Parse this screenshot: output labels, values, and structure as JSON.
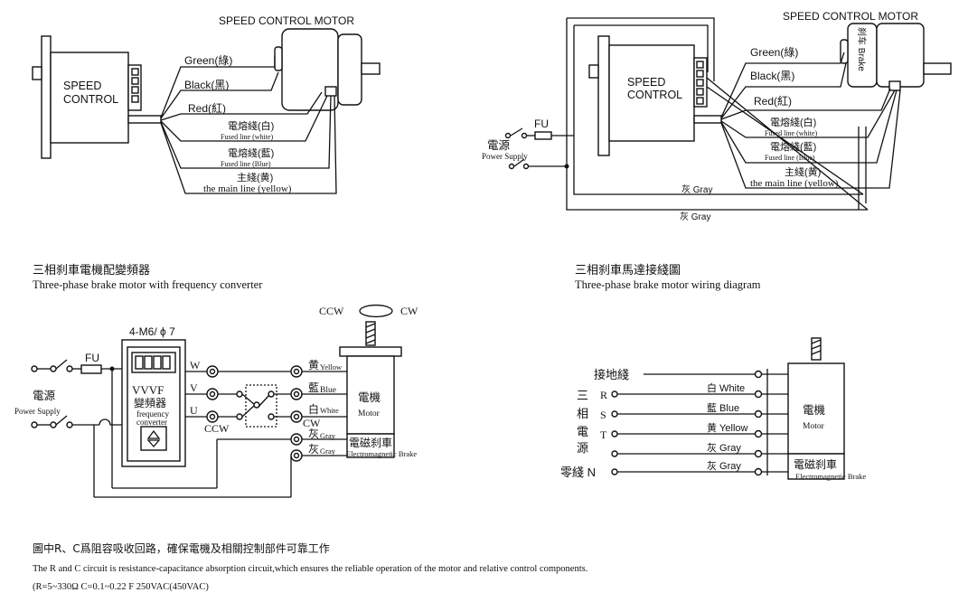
{
  "d1": {
    "motor_title": "SPEED CONTROL  MOTOR",
    "controller": [
      "SPEED",
      "CONTROL"
    ],
    "green": "Green(綠)",
    "black": "Black(黑)",
    "red": "Red(紅)",
    "fused_white_zh": "電熔綫(白)",
    "fused_white_en": "Fused line (white)",
    "fused_blue_zh": "電熔綫(藍)",
    "fused_blue_en": "Fused line (Blue)",
    "main_zh": "主綫(黄)",
    "main_en": "the main line (yellow)"
  },
  "d2": {
    "motor_title": "SPEED CONTROL  MOTOR",
    "controller": [
      "SPEED",
      "CONTROL"
    ],
    "brake": "刹车 Brake",
    "green": "Green(綠)",
    "black": "Black(黑)",
    "red": "Red(紅)",
    "fused_white_zh": "電熔綫(白)",
    "fused_white_en": "Fused line (white)",
    "fused_blue_zh": "電熔綫(藍)",
    "fused_blue_en": "Fused line (Blue)",
    "main_zh": "主綫(黄)",
    "main_en": "the main line (yellow)",
    "fu": "FU",
    "power_zh": "電源",
    "power_en": "Power Supply",
    "gray1": "灰 Gray",
    "gray2": "灰 Gray"
  },
  "captions": {
    "left_zh": "三相刹車電機配變頻器",
    "left_en": "Three-phase brake motor with frequency converter",
    "right_zh": "三相刹車馬達接綫圖",
    "right_en": "Three-phase brake motor wiring diagram"
  },
  "d3": {
    "ccw_top": "CCW",
    "cw_top": "CW",
    "mount": "4-M6/ ϕ 7",
    "fu": "FU",
    "power_zh": "電源",
    "power_en": "Power Supply",
    "inv_line1": "VVVF",
    "inv_line2": "變頻器",
    "inv_line3": "frequency",
    "inv_line4": "converter",
    "w": "W",
    "v": "V",
    "u": "U",
    "ccw": "CCW",
    "cw": "CW",
    "yellow_zh": "黄",
    "yellow_en": "Yellow",
    "blue_zh": "藍",
    "blue_en": "Blue",
    "white_zh": "白",
    "white_en": "White",
    "gray_zh1": "灰",
    "gray_en1": "Gray",
    "gray_zh2": "灰",
    "gray_en2": "Gray",
    "motor_zh": "電機",
    "motor_en": "Motor",
    "brake_zh": "電磁刹車",
    "brake_en": "Electromagnetic Brake"
  },
  "d4": {
    "ground": "接地綫",
    "three_phase": [
      "三",
      "相",
      "電",
      "源"
    ],
    "r": "R",
    "s": "S",
    "t": "T",
    "neutral": "零綫 N",
    "white": "白 White",
    "blue": "藍 Blue",
    "yellow": "黄 Yellow",
    "gray1": "灰 Gray",
    "gray2": "灰 Gray",
    "motor_zh": "電機",
    "motor_en": "Motor",
    "brake_zh": "電磁刹車",
    "brake_en": "Electromagnetic Brake"
  },
  "notes": {
    "zh": "圖中R、C爲阻容吸收回路，確保電機及相關控制部件可靠工作",
    "en": "The R and C circuit is resistance-capacitance absorption circuit,which ensures the reliable operation of the motor and relative control components.",
    "values": "(R=5~330Ω   C=0.1~0.22  F   250VAC(450VAC)"
  }
}
